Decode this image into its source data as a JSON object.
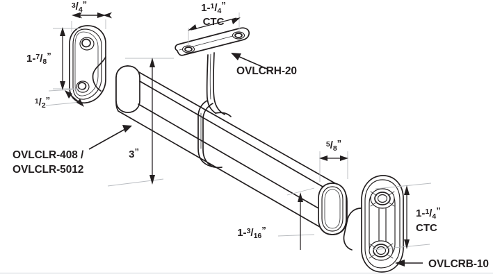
{
  "figure": {
    "title": "Oval closet rod assembly dimensional drawing",
    "background_color": "#ffffff",
    "line_color": "#231f20",
    "extension_line_color": "#b9bcc0",
    "bottom_rule_color": "#dcdfe3"
  },
  "dimensions": {
    "left_bracket_width": {
      "whole": "",
      "num": "3",
      "den": "4",
      "unit": "”",
      "full": "3/4”"
    },
    "left_bracket_height": {
      "whole": "1-",
      "num": "7",
      "den": "8",
      "unit": "”",
      "full": "1-7/8”"
    },
    "left_bracket_offset": {
      "whole": "",
      "num": "1",
      "den": "2",
      "unit": "”",
      "full": "1/2”"
    },
    "top_bracket_ctc": {
      "whole": "1-",
      "num": "1",
      "den": "4",
      "unit": "”",
      "full": "1-1/4”",
      "note": "CTC"
    },
    "rod_length": {
      "whole": "3",
      "num": "",
      "den": "",
      "unit": "”",
      "full": "3”"
    },
    "rod_minor": {
      "whole": "1-",
      "num": "3",
      "den": "16",
      "unit": "”",
      "full": "1-3/16”"
    },
    "rod_wall": {
      "whole": "",
      "num": "5",
      "den": "8",
      "unit": "”",
      "full": "5/8”"
    },
    "right_bracket_ctc": {
      "whole": "1-",
      "num": "1",
      "den": "4",
      "unit": "”",
      "full": "1-1/4”",
      "note": "CTC"
    }
  },
  "part_labels": {
    "left_bracket": {
      "line1": "OVLCLR-408 /",
      "line2": "OVLCLR-5012"
    },
    "center_bracket": "OVLCRH-20",
    "right_bracket": "OVLCRB-10"
  },
  "icons": {
    "arrow": "arrow-head-icon",
    "leader": "leader-line-icon"
  }
}
